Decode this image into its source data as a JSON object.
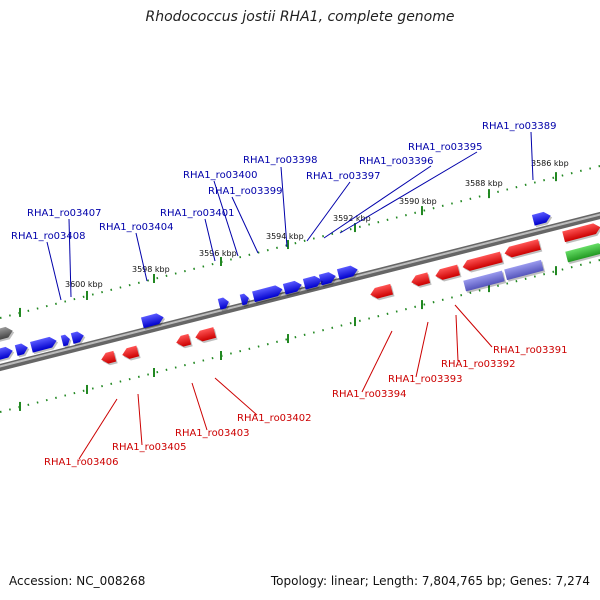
{
  "title": "Rhodococcus jostii RHA1, complete genome",
  "footer": {
    "accession": "Accession: NC_008268",
    "summary": "Topology: linear; Length: 7,804,765 bp; Genes: 7,274"
  },
  "kbp_ticks": [
    "3586 kbp",
    "3588 kbp",
    "3590 kbp",
    "3592 kbp",
    "3594 kbp",
    "3596 kbp",
    "3598 kbp",
    "3600 kbp"
  ],
  "top_genes": [
    "RHA1_ro03389",
    "RHA1_ro03395",
    "RHA1_ro03396",
    "RHA1_ro03397",
    "RHA1_ro03398",
    "RHA1_ro03400",
    "RHA1_ro03399",
    "RHA1_ro03401",
    "RHA1_ro03404",
    "RHA1_ro03407",
    "RHA1_ro03408"
  ],
  "bottom_genes": [
    "RHA1_ro03391",
    "RHA1_ro03392",
    "RHA1_ro03393",
    "RHA1_ro03394",
    "RHA1_ro03402",
    "RHA1_ro03403",
    "RHA1_ro03405",
    "RHA1_ro03406"
  ],
  "colors": {
    "forward_gene": "#1a1aee",
    "reverse_gene": "#ee1111",
    "rna_gene": "#7777dd",
    "green_gene": "#33bb33",
    "ruler": "#228822",
    "backbone": "#888888",
    "top_label": "#0000aa",
    "bottom_label": "#cc0000"
  }
}
